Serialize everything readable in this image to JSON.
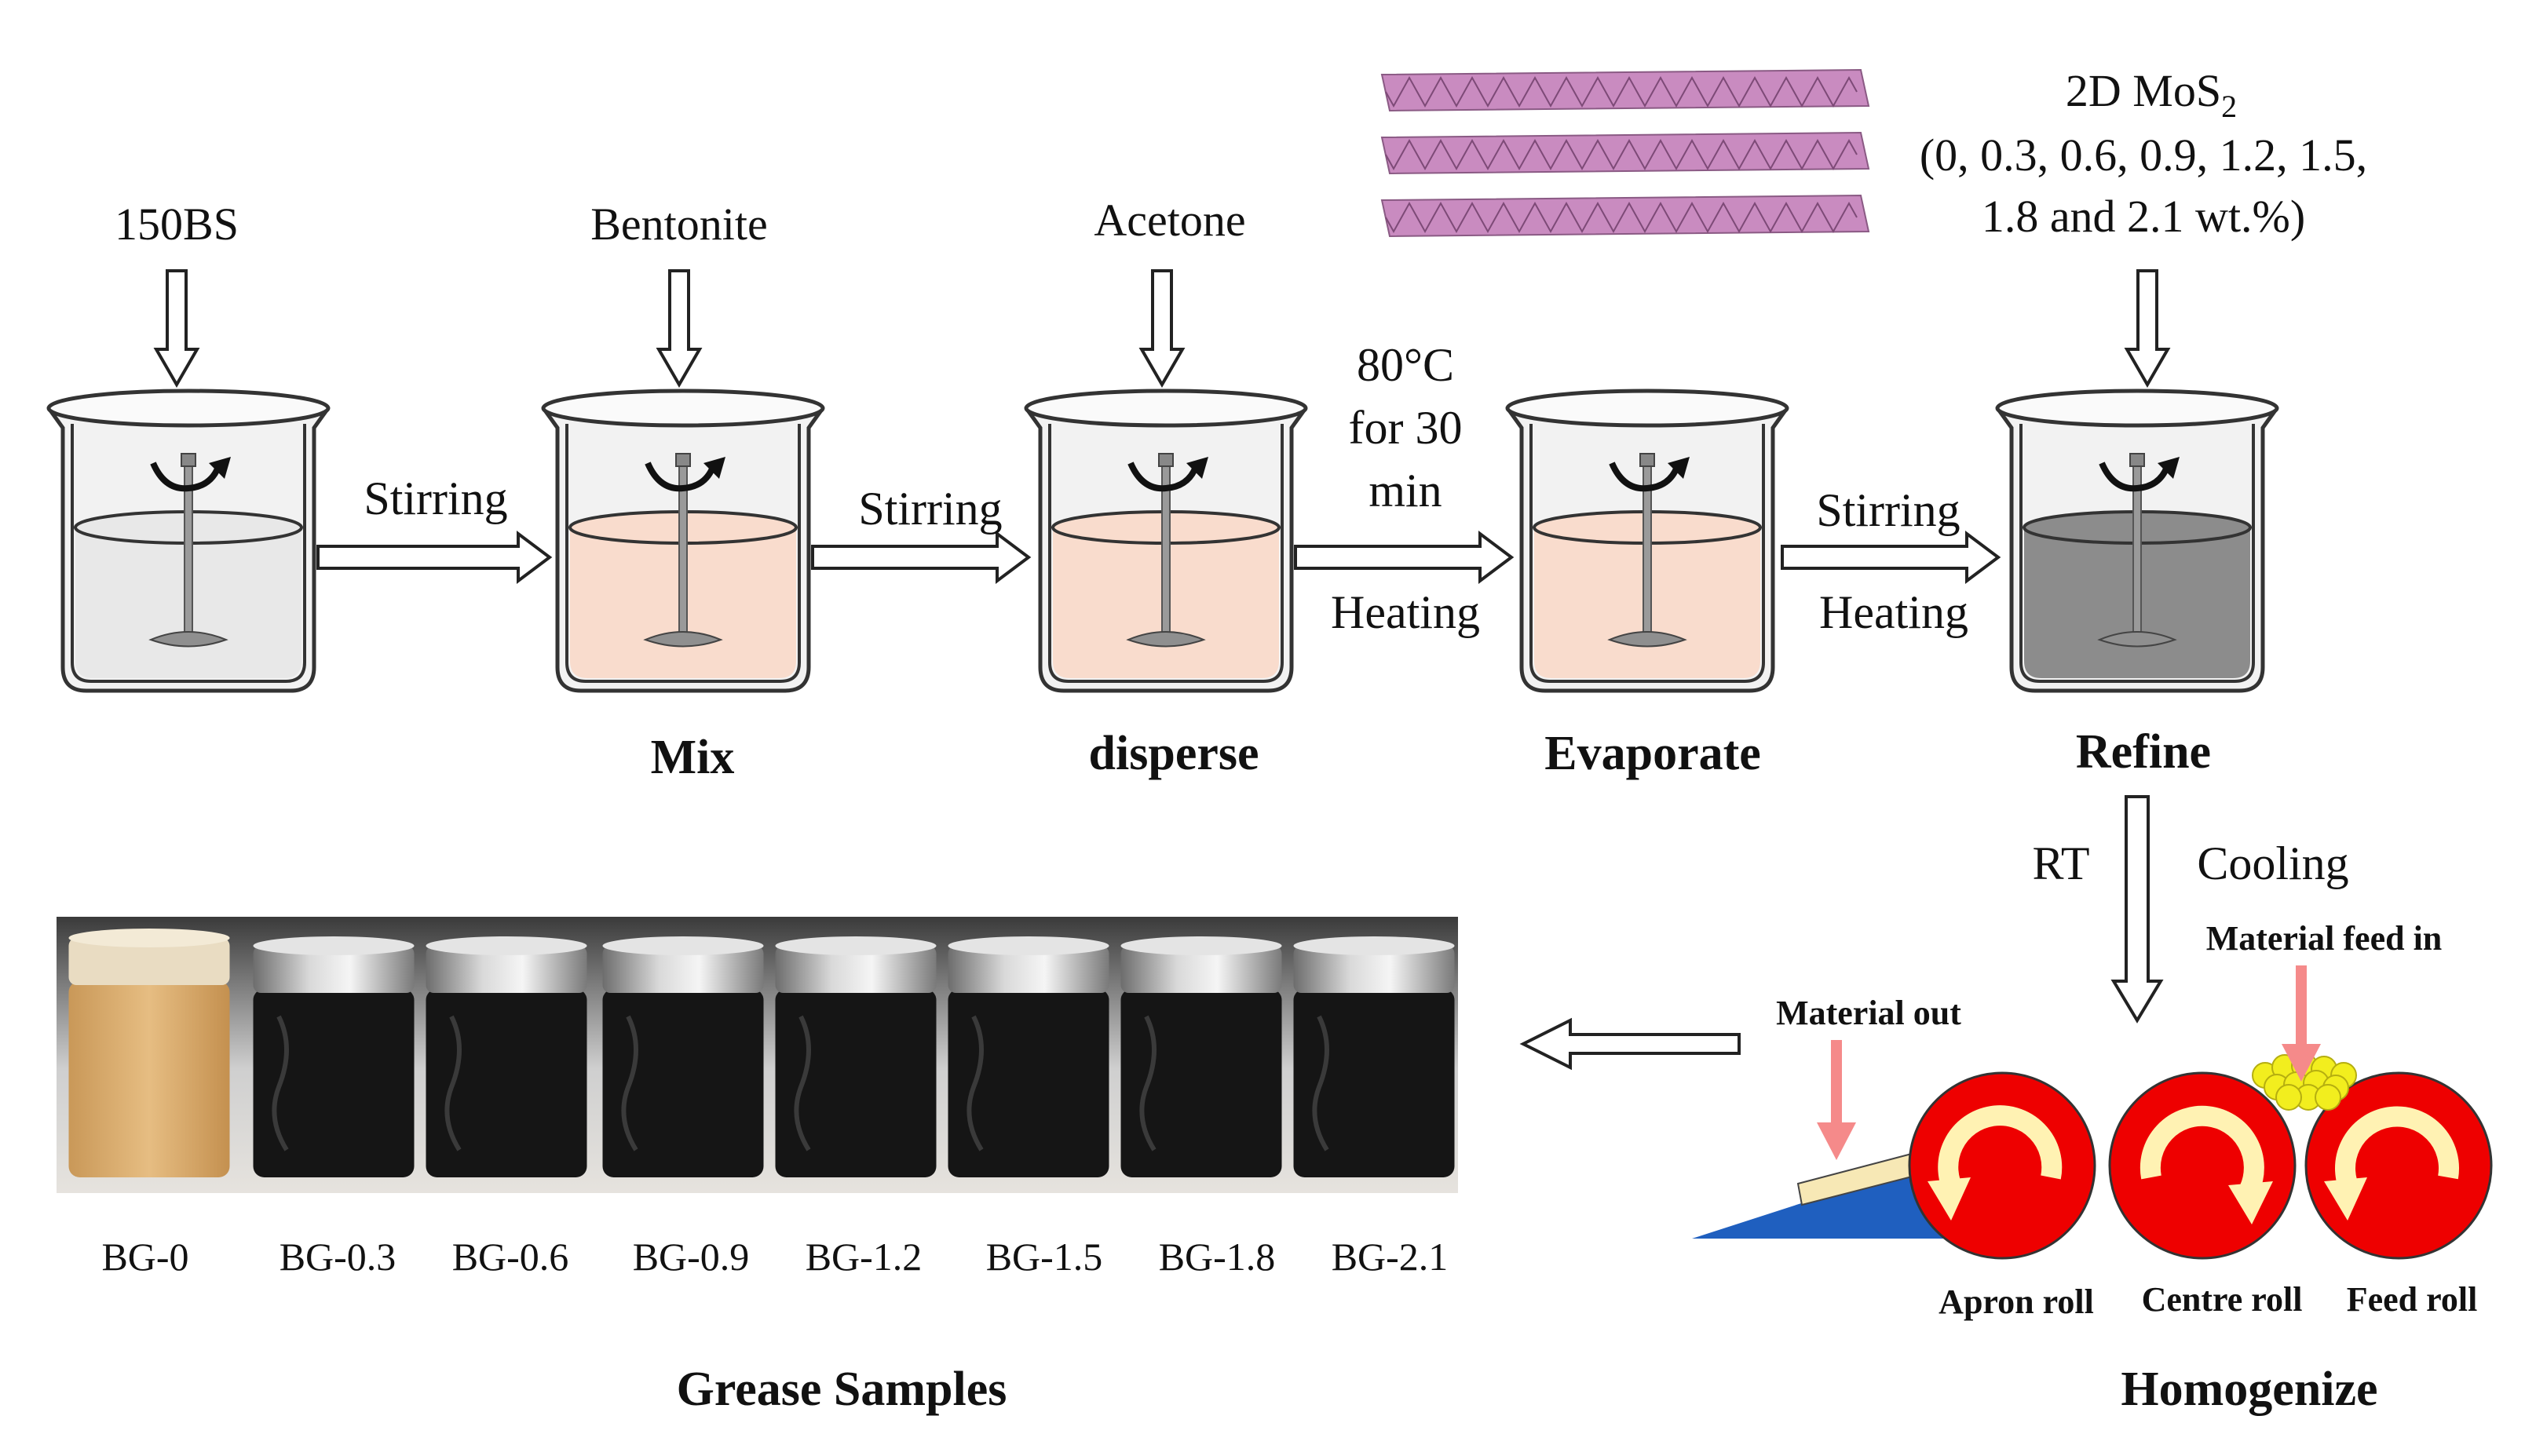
{
  "inputs": {
    "base_oil": "150BS",
    "bentonite": "Bentonite",
    "acetone": "Acetone",
    "mos2_prefix": "2D MoS",
    "mos2_sub": "2",
    "mos2_line2": "(0, 0.3, 0.6, 0.9, 1.2, 1.5,",
    "mos2_line3": "1.8 and 2.1 wt.%)"
  },
  "steps": {
    "s1": "Stirring",
    "s2": "Stirring",
    "s3_line1": "80°C",
    "s3_line2": "for 30",
    "s3_line3": "min",
    "s3_heating": "Heating",
    "s4_stirring": "Stirring",
    "s4_heating": "Heating",
    "rt": "RT",
    "cooling": "Cooling"
  },
  "stages": {
    "mix": "Mix",
    "disperse": "disperse",
    "evaporate": "Evaporate",
    "refine": "Refine",
    "homogenize": "Homogenize",
    "grease_samples": "Grease Samples"
  },
  "mill": {
    "material_feed_in": "Material feed in",
    "material_out": "Material out",
    "apron_roll": "Apron roll",
    "centre_roll": "Centre roll",
    "feed_roll": "Feed roll"
  },
  "samples": [
    "BG-0",
    "BG-0.3",
    "BG-0.6",
    "BG-0.9",
    "BG-1.2",
    "BG-1.5",
    "BG-1.8",
    "BG-2.1"
  ],
  "colors": {
    "beaker_outline": "#333333",
    "liquid_oil": "#e8e8e8",
    "liquid_mix": "#f9dccd",
    "liquid_refine": "#8c8c8c",
    "roll_red": "#ee0000",
    "roll_arrow": "#fff2b3",
    "mos2_purple": "#c98bc0",
    "feed_yellow": "#f2ee1e",
    "platform_blue": "#1f5fbf",
    "pink_arrow": "#f58a8a",
    "grease_tan": "#d8a86e",
    "grease_black": "#151515"
  }
}
